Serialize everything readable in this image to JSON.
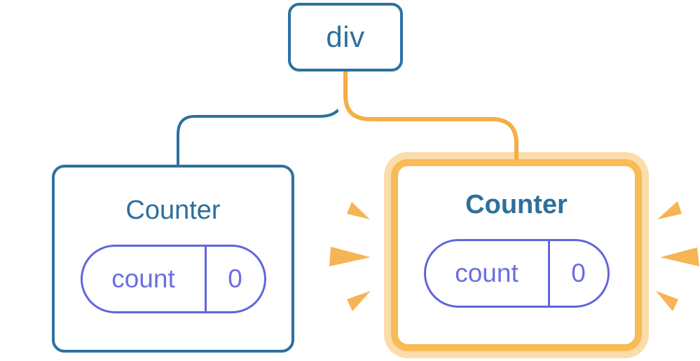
{
  "diagram": {
    "description": "React render tree: a div root with two Counter children; the right Counter is highlighted as re-rendered",
    "root": {
      "label": "div"
    },
    "children": [
      {
        "label": "Counter",
        "state_key": "count",
        "state_value": "0",
        "highlighted": false
      },
      {
        "label": "Counter",
        "state_key": "count",
        "state_value": "0",
        "highlighted": true
      }
    ]
  },
  "colors": {
    "blue_border": "#2b71a1",
    "blue_text": "#2e6f9c",
    "indigo": "#6165dc",
    "indigo_text": "#6b6ee1",
    "orange_stripe": "#f5ae43",
    "orange_ring": "#f8bb55",
    "orange_ring_pale": "#fbdcab",
    "spark_orange": "#f6b454",
    "spark_white": "#ffffff",
    "background": "#ffffff"
  }
}
